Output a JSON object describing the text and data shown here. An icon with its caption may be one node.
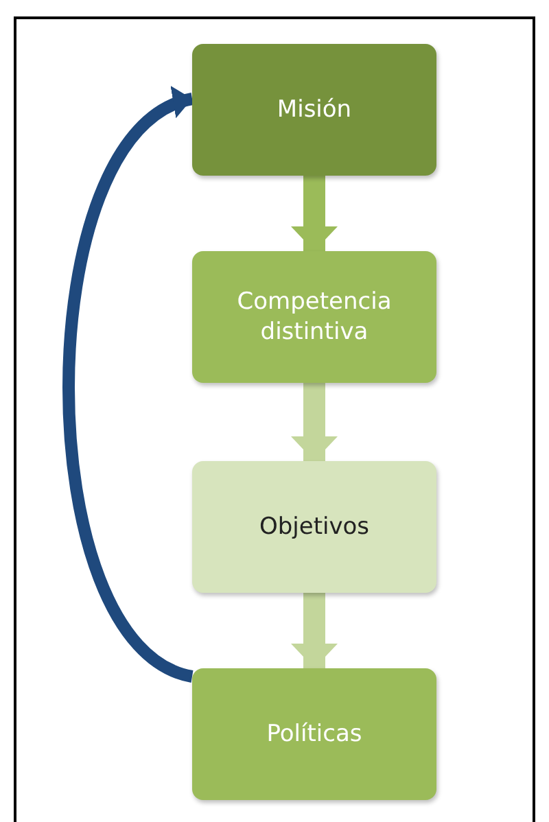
{
  "diagram": {
    "nodes": [
      {
        "text": [
          "Misión"
        ]
      },
      {
        "text": [
          "Competencia distintiva"
        ]
      },
      {
        "text": [
          "Objetivos"
        ]
      },
      {
        "text": [
          "Políticas"
        ]
      }
    ],
    "edges": [
      {
        "from": 0,
        "to": 1,
        "arrow": "to",
        "color": "#9bbb59"
      },
      {
        "from": 1,
        "to": 2,
        "arrow": "to"
      },
      {
        "from": 2,
        "to": 3,
        "arrow": "to"
      },
      {
        "from": 3,
        "to": 0,
        "arrow": "to",
        "color": "#1f497d"
      }
    ]
  }
}
